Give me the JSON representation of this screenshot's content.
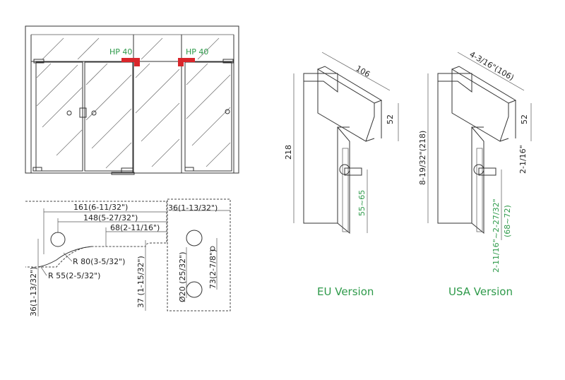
{
  "elevation": {
    "label_left": "HP 40",
    "label_right": "HP 40",
    "accent_color": "#d9262b",
    "label_color": "#2e9a4a"
  },
  "cutout": {
    "dim_total": "161(6-11/32\")",
    "dim_mid": "148(5-27/32\")",
    "dim_short": "68(2-11/16\")",
    "dim_radius_big": "R 80(3-5/32\")",
    "dim_radius_small": "R 55(2-5/32\")",
    "dim_left_height": "36(1-13/32\")",
    "dim_right_height": "37 (1-15/32\")"
  },
  "holes": {
    "dim_top": "36(1-13/32\")",
    "dim_diameter": "Ø20 (25/32\")",
    "dim_spacing": "73(2-7/8\")"
  },
  "eu": {
    "caption": "EU Version",
    "dim_top": "106",
    "dim_side": "52",
    "dim_height": "218",
    "dim_pivot": "55~65"
  },
  "usa": {
    "caption": "USA Version",
    "dim_top": "4-3/16\"(106)",
    "dim_side": "52",
    "dim_side_in": "2-1/16\"",
    "dim_height": "8-19/32\"(218)",
    "dim_pivot_in": "2-11/16\"~2-27/32\"",
    "dim_pivot_mm": "(68~72)"
  }
}
